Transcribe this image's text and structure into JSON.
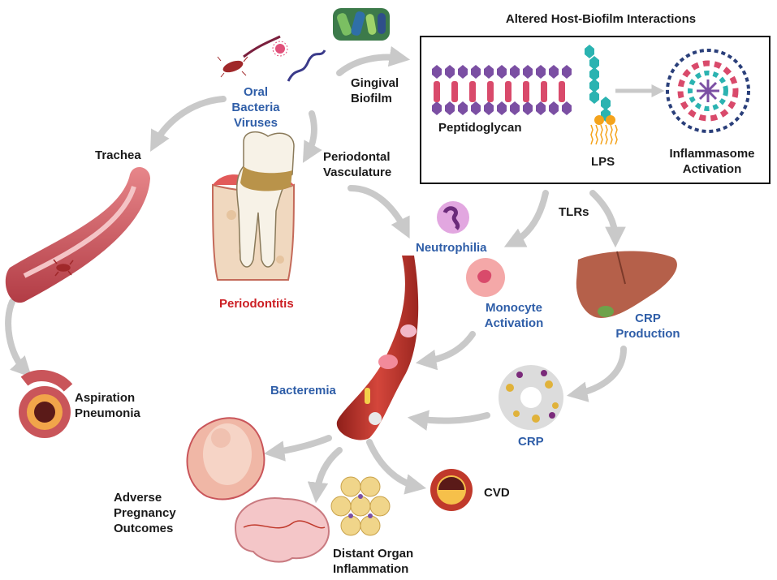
{
  "labels": {
    "box_title": "Altered Host-Biofilm Interactions",
    "gingival_biofilm": "Gingival\nBiofilm",
    "oral_bacteria_viruses": "Oral\nBacteria\nViruses",
    "trachea": "Trachea",
    "periodontal_vasculature": "Periodontal\nVasculature",
    "periodontitis": "Periodontitis",
    "peptidoglycan": "Peptidoglycan",
    "lps": "LPS",
    "inflammasome_activation": "Inflammasome\nActivation",
    "tlrs": "TLRs",
    "neutrophilia": "Neutrophilia",
    "monocyte_activation": "Monocyte\nActivation",
    "crp_production": "CRP\nProduction",
    "crp": "CRP",
    "bacteremia": "Bacteremia",
    "aspiration_pneumonia": "Aspiration\nPneumonia",
    "adverse_pregnancy_outcomes": "Adverse\nPregnancy\nOutcomes",
    "distant_organ_inflammation": "Distant Organ\nInflammation",
    "cvd": "CVD"
  },
  "colors": {
    "arrow": "#c9c9c9",
    "text_black": "#1a1a1a",
    "text_blue": "#2f5ea8",
    "text_red": "#cc1f24",
    "vessel": "#b8362e",
    "trachea": "#c9555a",
    "liver": "#b5604a",
    "peptidoglycan_purple": "#7b4fa3",
    "peptidoglycan_pink": "#d94a6b",
    "lps_teal": "#2bb3b1",
    "lps_orange": "#f4a31c",
    "inflammasome_navy": "#2a3f7a"
  }
}
